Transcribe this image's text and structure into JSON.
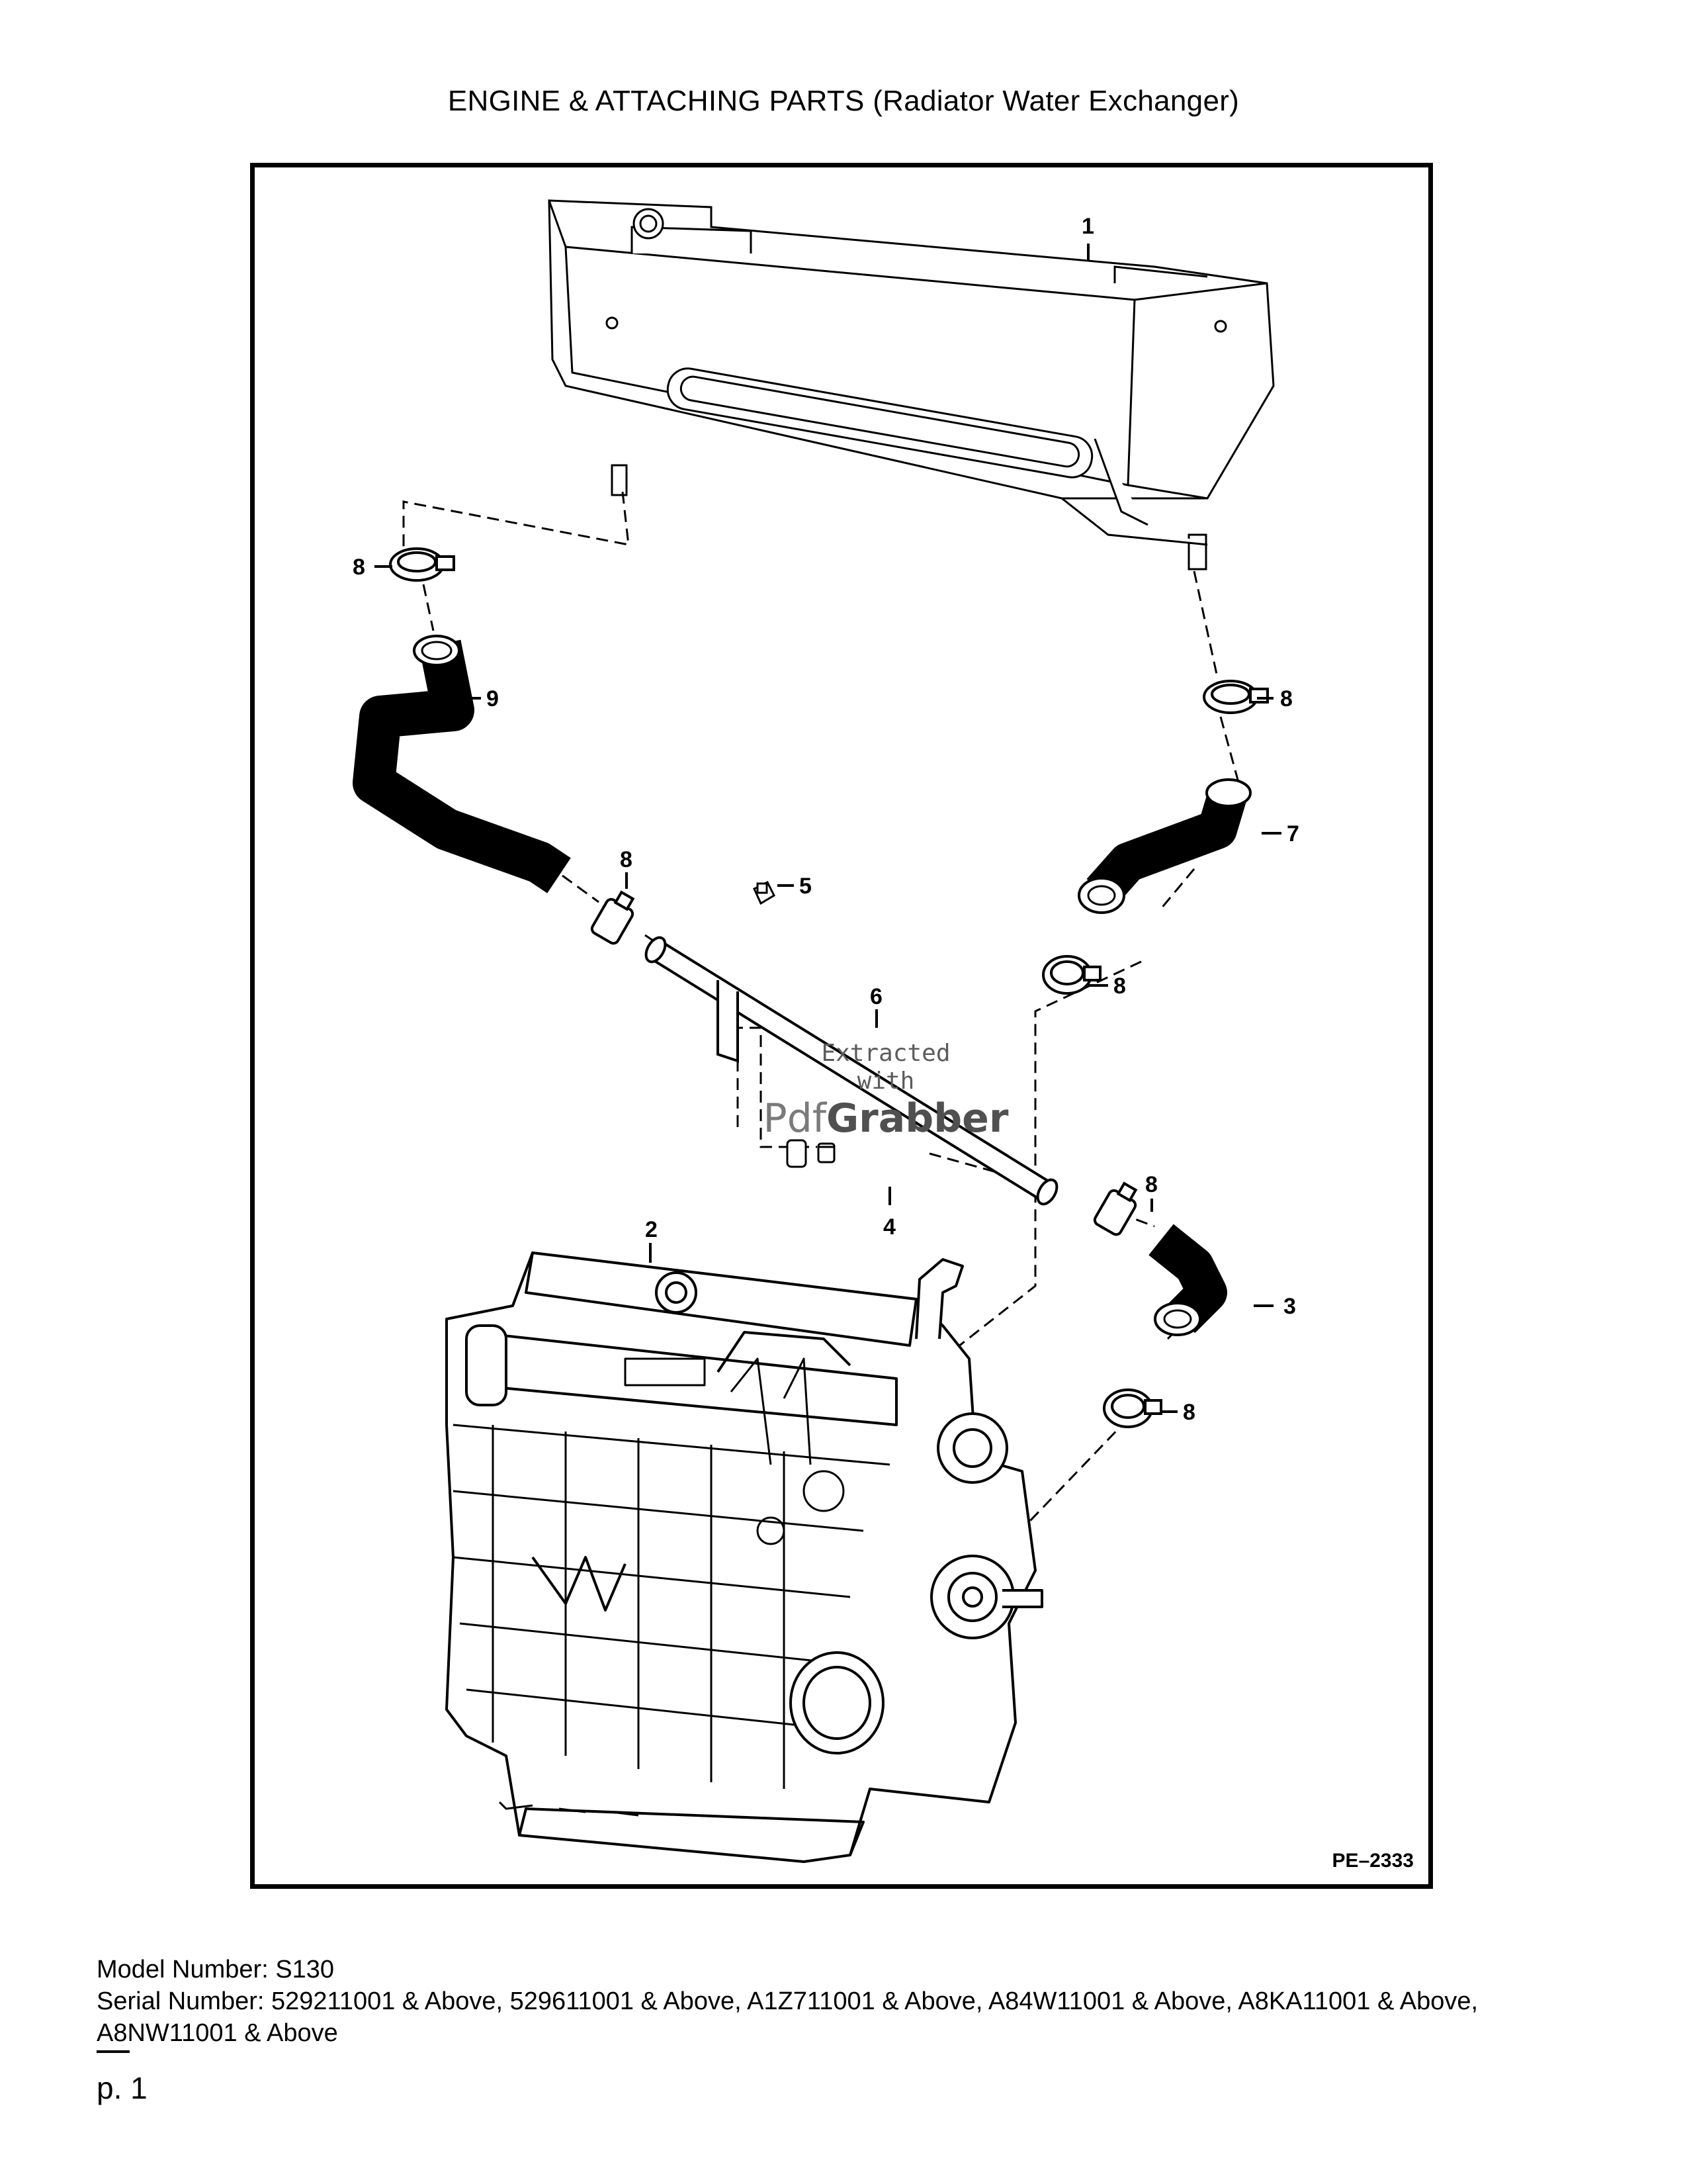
{
  "document": {
    "title": "ENGINE & ATTACHING PARTS (Radiator Water Exchanger)",
    "figure_code": "PE–2333",
    "callouts": [
      "1",
      "2",
      "3",
      "4",
      "5",
      "6",
      "7",
      "8",
      "9"
    ],
    "watermark": {
      "line1": "Extracted",
      "line2": "with",
      "brand_light": "Pdf",
      "brand_bold": "Grabber"
    },
    "model_number": "Model Number: S130",
    "serial_number": "Serial Number: 529211001 & Above, 529611001 & Above, A1Z711001 & Above, A84W11001 & Above, A8KA11001 & Above, A8NW11001 & Above",
    "page_number": "p. 1"
  }
}
